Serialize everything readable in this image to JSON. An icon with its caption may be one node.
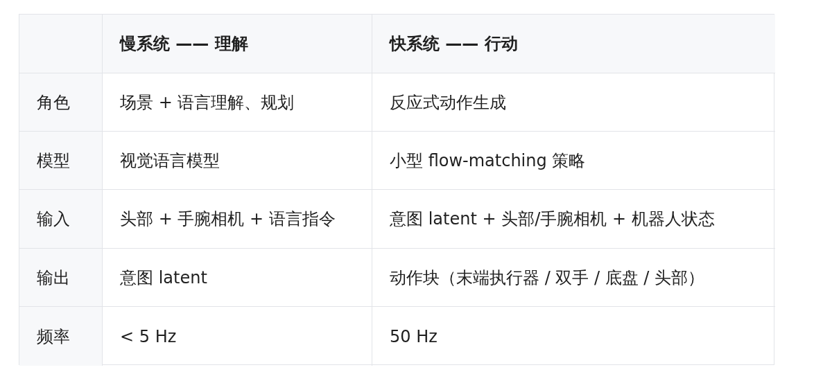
{
  "diagram": {
    "labels": [
      "慢系统 —— 理解",
      "快系统 —— 行动",
      "角色",
      "场景 + 语言理解、规划",
      "反应式动作生成",
      "模型",
      "视觉语言模型",
      "小型 flow-matching 策略",
      "输入",
      "头部 + 手腕相机 + 语言指令",
      "意图 latent + 头部/手腕相机 + 机器人状态",
      "输出",
      "意图 latent",
      "动作块（末端执行器 / 双手 / 底盘 / 头部）",
      "频率",
      "< 5 Hz",
      "50 Hz"
    ]
  }
}
